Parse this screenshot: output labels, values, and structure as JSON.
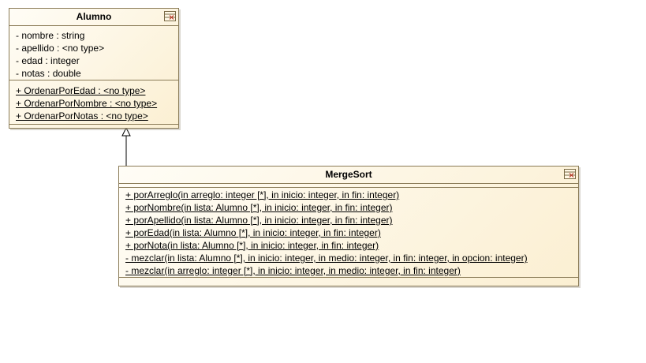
{
  "classes": {
    "alumno": {
      "name": "Alumno",
      "attributes": [
        "- nombre : string",
        "- apellido : <no type>",
        "- edad : integer",
        "- notas : double"
      ],
      "operations": [
        "+ OrdenarPorEdad : <no type>",
        "+ OrdenarPorNombre : <no type>",
        "+ OrdenarPorNotas : <no type>"
      ]
    },
    "mergesort": {
      "name": "MergeSort",
      "operations": [
        "+ porArreglo(in arreglo: integer [*], in inicio: integer, in fin: integer)",
        "+ porNombre(in lista: Alumno [*], in inicio: integer, in fin: integer)",
        "+ porApellido(in lista: Alumno [*], in inicio: integer, in fin: integer)",
        "+ porEdad(in lista: Alumno [*], in inicio: integer, in fin: integer)",
        "+ porNota(in lista: Alumno [*], in inicio: integer, in fin: integer)",
        "- mezclar(in lista: Alumno [*], in inicio: integer, in medio: integer, in fin: integer, in opcion: integer)",
        "- mezclar(in arreglo: integer [*], in inicio: integer, in medio: integer, in fin: integer)"
      ]
    }
  },
  "relationship": {
    "type": "generalization",
    "from": "MergeSort",
    "to": "Alumno"
  },
  "colors": {
    "border": "#8a7b57",
    "fill_light": "#fffdf6",
    "fill_dark": "#fbefd2",
    "icon_accent": "#c0392b"
  },
  "icon": "uml-class-icon"
}
